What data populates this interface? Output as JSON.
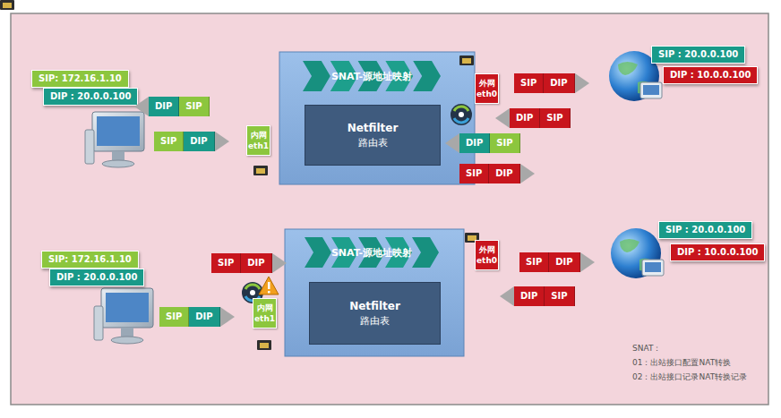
{
  "diagram": {
    "nodes": [
      {
        "text": [
          "SIP: 172.16.1.10"
        ]
      },
      {
        "text": [
          "DIP : 20.0.0.100"
        ]
      },
      {
        "text": [
          "DIP",
          "SIP"
        ]
      },
      {
        "text": [
          "SIP",
          "DIP"
        ]
      },
      {
        "text": [
          "内网 eth1"
        ]
      },
      {
        "text": [
          "SNAT-源地址映射"
        ]
      },
      {
        "text": [
          "Netfilter",
          "路由表"
        ]
      },
      {
        "text": [
          "外网 eth0"
        ]
      },
      {
        "text": [
          "SIP",
          "DIP"
        ]
      },
      {
        "text": [
          "DIP",
          "SIP"
        ]
      },
      {
        "text": [
          "DIP",
          "SIP"
        ]
      },
      {
        "text": [
          "SIP",
          "DIP"
        ]
      },
      {
        "text": [
          "SIP : 20.0.0.100"
        ]
      },
      {
        "text": [
          "DIP : 10.0.0.100"
        ]
      },
      {
        "text": [
          "SIP: 172.16.1.10"
        ]
      },
      {
        "text": [
          "DIP : 20.0.0.100"
        ]
      },
      {
        "text": [
          "SIP",
          "DIP"
        ]
      },
      {
        "text": [
          "SIP",
          "DIP"
        ]
      },
      {
        "text": [
          "内网 eth1"
        ]
      },
      {
        "text": [
          "SNAT-源地址映射"
        ]
      },
      {
        "text": [
          "Netfilter",
          "路由表"
        ]
      },
      {
        "text": [
          "外网 eth0"
        ]
      },
      {
        "text": [
          "SIP",
          "DIP"
        ]
      },
      {
        "text": [
          "DIP",
          "SIP"
        ]
      },
      {
        "text": [
          "SIP : 20.0.0.100"
        ]
      },
      {
        "text": [
          "DIP : 10.0.0.100"
        ]
      }
    ],
    "labels": [
      "SNAT：",
      "01：出站接口配置NAT转换",
      "02：出站接口记录NAT转换记录"
    ]
  }
}
